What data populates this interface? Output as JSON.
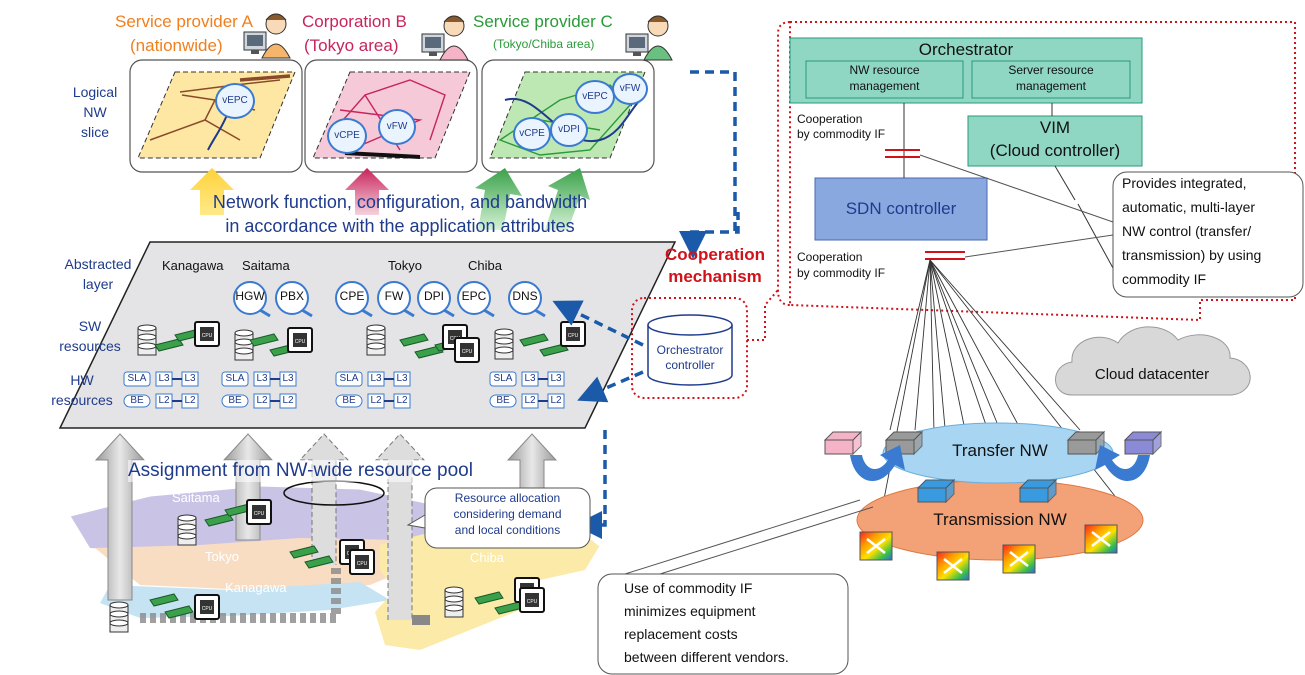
{
  "providers": {
    "a_name": "Service provider A",
    "a_area": "(nationwide)",
    "b_name": "Corporation B",
    "b_area": "(Tokyo area)",
    "c_name": "Service provider C",
    "c_area": "(Tokyo/Chiba area)"
  },
  "slice": {
    "label_1": "Logical",
    "label_2": "NW",
    "label_3": "slice",
    "a_functions": [
      "vEPC"
    ],
    "b_functions": [
      "vCPE",
      "vFW"
    ],
    "c_functions": [
      "vEPC",
      "vFW",
      "vCPE",
      "vDPI"
    ]
  },
  "banner": {
    "line1": "Network function, configuration, and bandwidth",
    "line2": "in accordance with the application attributes"
  },
  "layers": {
    "abstracted_1": "Abstracted",
    "abstracted_2": "layer",
    "sw_1": "SW",
    "sw_2": "resources",
    "hw_1": "HW",
    "hw_2": "resources"
  },
  "regions": [
    "Kanagawa",
    "Saitama",
    "Tokyo",
    "Chiba"
  ],
  "functions": [
    "HGW",
    "PBX",
    "CPE",
    "FW",
    "DPI",
    "EPC",
    "DNS"
  ],
  "hw_labels": {
    "sla": "SLA",
    "be": "BE",
    "l3": "L3",
    "l2": "L2"
  },
  "chip_label": "CPU",
  "cooperation_mechanism": {
    "line1": "Cooperation",
    "line2": "mechanism"
  },
  "orchestrator_controller": {
    "line1": "Orchestrator",
    "line2": "controller"
  },
  "pool": {
    "title": "Assignment from NW-wide resource pool",
    "map_saitama": "Saitama",
    "map_tokyo": "Tokyo",
    "map_kanagawa": "Kanagawa",
    "map_chiba": "Chiba"
  },
  "allocation_note": {
    "line1": "Resource allocation",
    "line2": "considering demand",
    "line3": "and local conditions"
  },
  "orchestrator": {
    "title": "Orchestrator",
    "nw_mgmt_1": "NW resource",
    "nw_mgmt_2": "management",
    "srv_mgmt_1": "Server resource",
    "srv_mgmt_2": "management"
  },
  "vim": {
    "line1": "VIM",
    "line2": "(Cloud controller)"
  },
  "sdn": "SDN controller",
  "coop_if": {
    "line1": "Cooperation",
    "line2": "by commodity IF"
  },
  "integrated_note": {
    "line1": "Provides integrated,",
    "line2": "automatic, multi-layer",
    "line3": "NW control (transfer/",
    "line4": "transmission) by using",
    "line5": "commodity IF"
  },
  "cloud": "Cloud datacenter",
  "transfer_nw": "Transfer NW",
  "transmission_nw": "Transmission NW",
  "commodity_note": {
    "line1": "Use of commodity IF",
    "line2": "minimizes equipment",
    "line3": "replacement costs",
    "line4": "between different vendors."
  },
  "colors": {
    "orange": "#f07f1e",
    "magenta": "#c8245c",
    "green": "#2a9a3a",
    "navy": "#1f3b8c",
    "red": "#d0121b",
    "teal_box": "#8fd6c3",
    "sdn_box": "#8aa8e0",
    "func_blue": "#5aaee8"
  }
}
